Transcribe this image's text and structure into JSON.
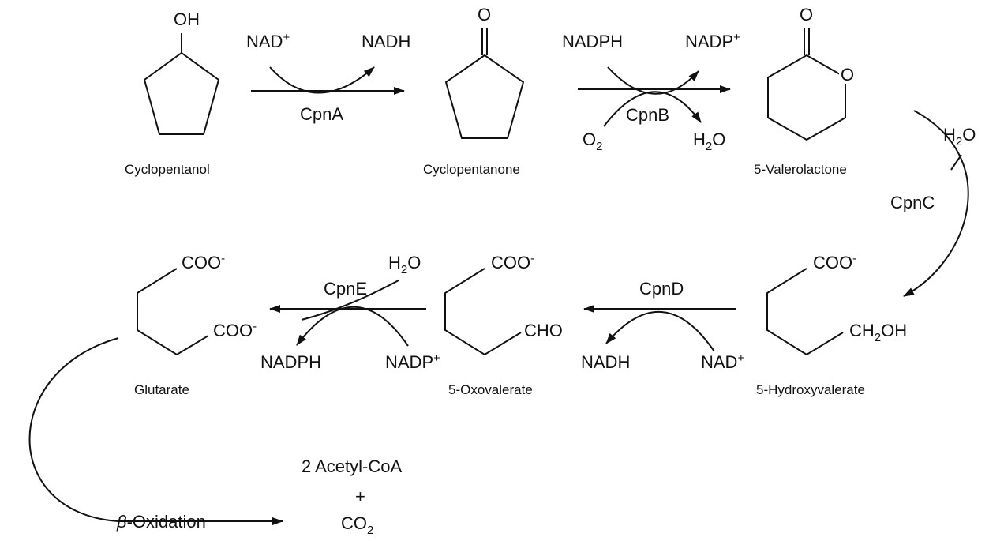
{
  "compounds": {
    "cyclopentanol": "Cyclopentanol",
    "cyclopentanone": "Cyclopentanone",
    "valerolactone": "5-Valerolactone",
    "hydroxyvalerate": "5-Hydroxyvalerate",
    "oxovalerate": "5-Oxovalerate",
    "glutarate": "Glutarate",
    "acetyl_coa": "2 Acetyl-CoA",
    "plus": "+",
    "co2_main": "CO",
    "co2_sub": "2"
  },
  "atoms": {
    "oh": "OH",
    "o": "O",
    "coo": "COO",
    "minus": "-",
    "cho": "CHO",
    "ch2oh_pre": "CH",
    "ch2oh_sub": "2",
    "ch2oh_post": "OH"
  },
  "cofactors": {
    "nad_plus_main": "NAD",
    "plus_sign": "+",
    "nadh": "NADH",
    "nadph": "NADPH",
    "nadp_main": "NADP",
    "o2_main": "O",
    "o2_sub": "2",
    "h2o_pre": "H",
    "h2o_sub": "2",
    "h2o_post": "O"
  },
  "enzymes": {
    "cpnA": "CpnA",
    "cpnB": "CpnB",
    "cpnC": "CpnC",
    "cpnD": "CpnD",
    "cpnE": "CpnE"
  },
  "beta_oxidation": {
    "symbol": "β",
    "label": "-Oxidation"
  }
}
